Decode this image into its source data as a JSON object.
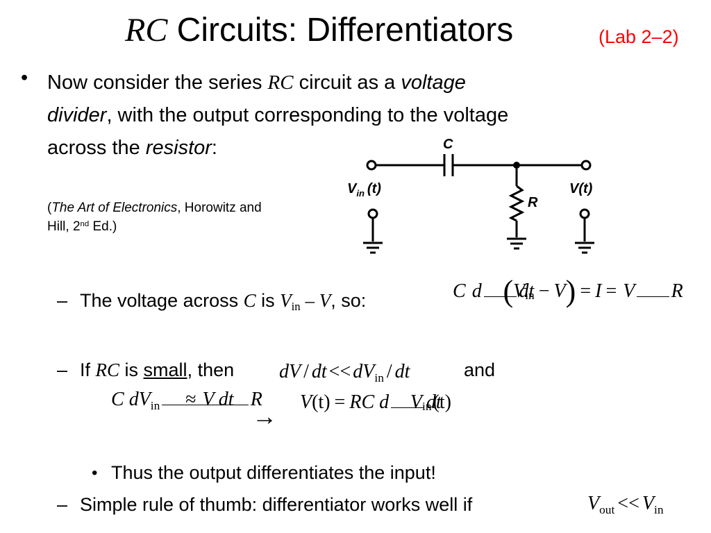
{
  "slide": {
    "title_rc": "RC",
    "title_rest": " Circuits: Differentiators",
    "lab": "(Lab 2–2)",
    "bullet": "•",
    "b1_l1_pre": "Now consider the series ",
    "rc": "RC",
    "b1_l1_mid": " circuit as a ",
    "voltage": "voltage",
    "divider": "divider",
    "b1_l2_rest": ", with the output corresponding to the voltage",
    "b1_l3_pre": "across the ",
    "resistor": "resistor",
    "colon": ":",
    "cite_open": "(",
    "cite_book": "The Art of Electronics",
    "cite_rest": ", Horowitz and",
    "cite_l2": "Hill, 2",
    "cite_sup": "nd",
    "cite_end": " Ed.)",
    "dash": "–",
    "s1_pre": "The voltage across ",
    "s1_c": "C",
    "s1_is": " is ",
    "s1_v": "V",
    "s1_in": "in",
    "s1_minus": " – ",
    "s1_v2": "V",
    "s1_so": ", so:",
    "s2_if": "If ",
    "s2_rc": "RC",
    "s2_is": " is ",
    "s2_small": "small",
    "s2_then": ", then",
    "s2_and": "and",
    "sub_bullet_text": "Thus the output differentiates the input!",
    "s3_text": "Simple rule of thumb: differentiator works well if",
    "arrow": "→"
  },
  "circuit": {
    "label_c": "C",
    "label_vin_v": "V",
    "label_vin_sub": "in",
    "label_vin_t": "(t)",
    "label_r": "R",
    "label_vt": "V(t)"
  },
  "equations": {
    "eq1": {
      "C": "C",
      "d": "d",
      "dt": "dt",
      "V": "V",
      "in": "in",
      "minus": "−",
      "V2": "V",
      "eq": "=",
      "I": "I",
      "eq2": "=",
      "Vn": "V",
      "R": "R"
    },
    "eq2": {
      "dV": "dV",
      "slash": "/",
      "dt": "dt",
      "ll": "<<",
      "dV2": "dV",
      "in": "in",
      "slash2": "/",
      "dt2": "dt"
    },
    "eq3": {
      "C": "C",
      "dV": "dV",
      "in": "in",
      "dt": "dt",
      "approx": "≈",
      "V": "V",
      "R": "R"
    },
    "eq4": {
      "V": "V",
      "t": "(t)",
      "eq": "=",
      "RC": "RC",
      "d": "d",
      "dt": "dt",
      "Vin": "V",
      "in": "in",
      "t2": "(t)"
    },
    "eq5": {
      "V": "V",
      "out": "out",
      "ll": "<<",
      "V2": "V",
      "in": "in"
    }
  }
}
